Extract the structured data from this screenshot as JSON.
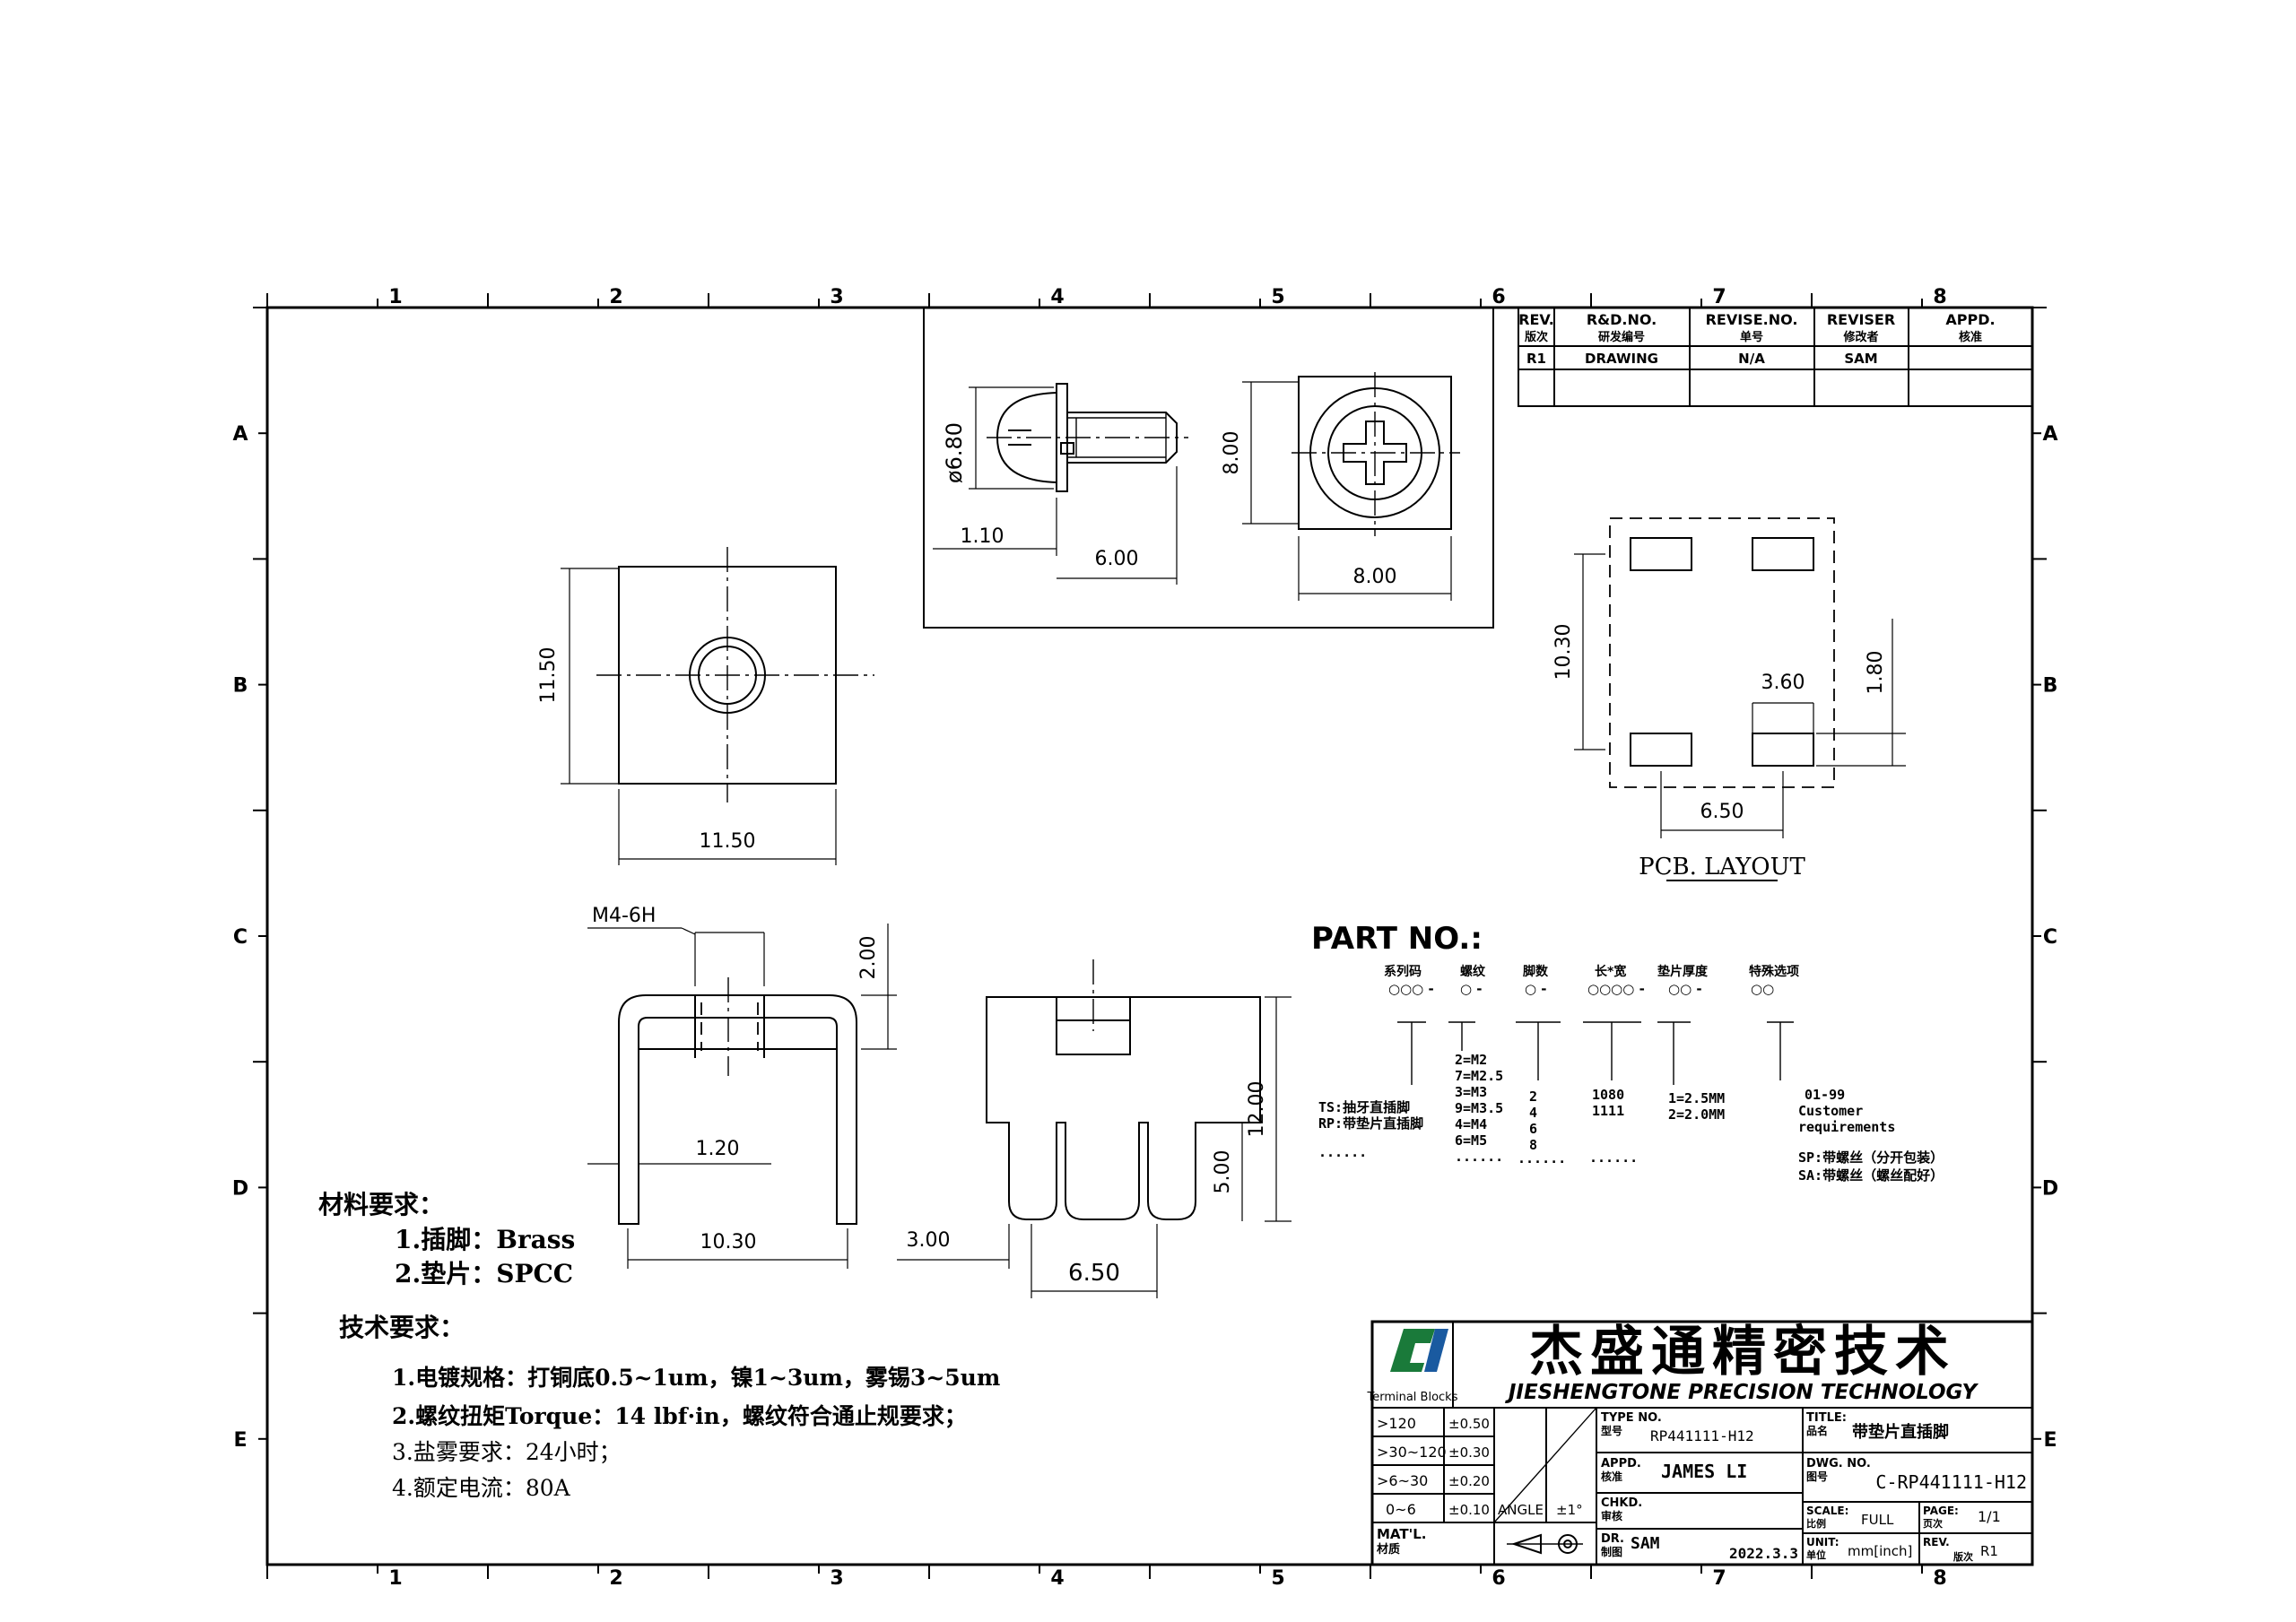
{
  "border": {
    "columns": [
      "1",
      "2",
      "3",
      "4",
      "5",
      "6",
      "7",
      "8"
    ],
    "rows": [
      "A",
      "B",
      "C",
      "D",
      "E"
    ]
  },
  "revision_table": {
    "headers": [
      {
        "en": "REV.",
        "cn": "版次"
      },
      {
        "en": "R&D.NO.",
        "cn": "研发编号"
      },
      {
        "en": "REVISE.NO.",
        "cn": "单号"
      },
      {
        "en": "REVISER",
        "cn": "修改者"
      },
      {
        "en": "APPD.",
        "cn": "核准"
      }
    ],
    "row": [
      "R1",
      "DRAWING",
      "N/A",
      "SAM",
      ""
    ]
  },
  "dimensions": {
    "screw_dia": "ø6.80",
    "screw_head": "1.10",
    "screw_len": "6.00",
    "washer_h": "8.00",
    "washer_w": "8.00",
    "plate_h": "11.50",
    "plate_w": "11.50",
    "thread": "M4-6H",
    "pin_top": "2.00",
    "pin_thk": "1.20",
    "pin_span": "10.30",
    "side_h": "12.00",
    "side_slot": "5.00",
    "side_pin": "3.00",
    "side_w": "6.50",
    "pcb_h": "10.30",
    "pcb_pad_w": "3.60",
    "pcb_pad_h": "1.80",
    "pcb_w": "6.50"
  },
  "pcb_layout_label": "PCB. LAYOUT",
  "part_no": {
    "title": "PART NO.:",
    "fields": [
      "系列码",
      "螺纹",
      "脚数",
      "长*宽",
      "垫片厚度",
      "特殊选项"
    ],
    "codes": [
      "○○○ -",
      "○ -",
      "○ -",
      "○○○○ -",
      "○○ -",
      "○○"
    ],
    "series_options": [
      "TS:抽牙直插脚",
      "RP:带垫片直插脚",
      "......"
    ],
    "thread_options": [
      "2=M2",
      "7=M2.5",
      "3=M3",
      "9=M3.5",
      "4=M4",
      "6=M5",
      "......"
    ],
    "pins_options": [
      "2",
      "4",
      "6",
      "8",
      "......"
    ],
    "size_options": [
      "1080",
      "1111",
      "......"
    ],
    "washer_options": [
      "1=2.5MM",
      "2=2.0MM"
    ],
    "special_options": [
      "01-99",
      "Customer",
      "requirements",
      "SP:带螺丝（分开包装）",
      "SA:带螺丝（螺丝配好）"
    ]
  },
  "material": {
    "title": "材料要求：",
    "items": [
      "1.插脚：Brass",
      "2.垫片：SPCC"
    ]
  },
  "tech": {
    "title": "技术要求：",
    "items": [
      "1.电镀规格：打铜底0.5~1um，镍1~3um，雾锡3~5um",
      "2.螺纹扭矩Torque：14 lbf·in，螺纹符合通止规要求；",
      "3.盐雾要求：24小时；",
      "4.额定电流：80A"
    ]
  },
  "title_block": {
    "company_cn": "杰盛通精密技术",
    "company_en": "JIESHENGTONE PRECISION TECHNOLOGY",
    "logo_caption": "Terminal Blocks",
    "tolerances": [
      {
        "range": ">120",
        "tol": "±0.50"
      },
      {
        "range": ">30~120",
        "tol": "±0.30"
      },
      {
        "range": ">6~30",
        "tol": "±0.20"
      },
      {
        "range": "0~6",
        "tol": "±0.10"
      }
    ],
    "angle_label": "ANGLE",
    "angle_tol": "±1°",
    "matl_label": "MAT'L.",
    "matl_cn": "材质",
    "type_label": "TYPE NO.",
    "type_cn": "型号",
    "type_value": "RP441111-H12",
    "title_label": "TITLE:",
    "title_cn": "品名",
    "title_value": "带垫片直插脚",
    "appd_label": "APPD.",
    "appd_cn": "核准",
    "appd_value": "JAMES LI",
    "chkd_label": "CHKD.",
    "chkd_cn": "审核",
    "dr_label": "DR.",
    "dr_cn": "制图",
    "dr_value": "SAM",
    "date_value": "2022.3.3",
    "dwg_label": "DWG. NO.",
    "dwg_cn": "图号",
    "dwg_value": "C-RP441111-H12",
    "scale_label": "SCALE:",
    "scale_cn": "比例",
    "scale_value": "FULL",
    "page_label": "PAGE:",
    "page_cn": "页次",
    "page_value": "1/1",
    "unit_label": "UNIT:",
    "unit_cn": "单位",
    "unit_value": "mm[inch]",
    "rev_label": "REV.",
    "rev_cn": "版次",
    "rev_value": "R1"
  }
}
